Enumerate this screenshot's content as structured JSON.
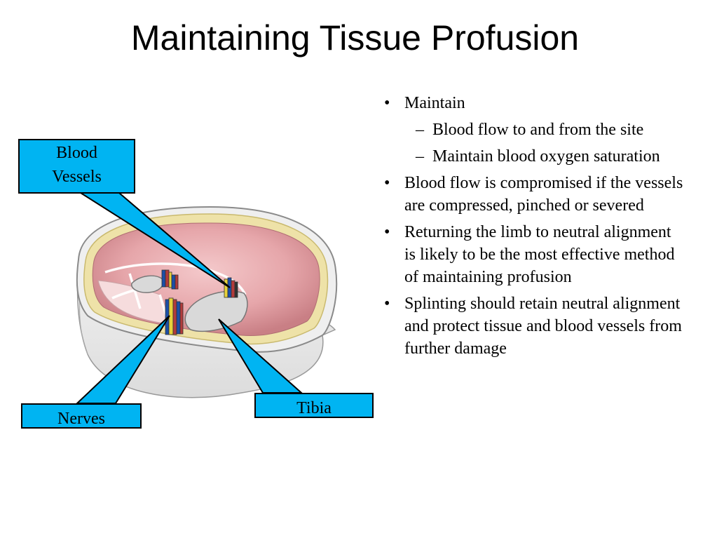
{
  "slide": {
    "title": "Maintaining Tissue Profusion"
  },
  "callouts": {
    "blood_vessels": [
      "Blood",
      "Vessels"
    ],
    "nerves": "Nerves",
    "tibia": "Tibia"
  },
  "bullets": {
    "maintain": "Maintain",
    "maintain_sub1": "Blood flow to and from the site",
    "maintain_sub2": "Maintain blood oxygen saturation",
    "compromised": "Blood flow is compromised if the vessels are compressed, pinched or severed",
    "neutral_alignment": "Returning the limb to neutral alignment is likely to be the most effective method of maintaining profusion",
    "splinting": "Splinting should retain neutral alignment and protect tissue and blood vessels from further damage"
  },
  "colors": {
    "callout_fill": "#00b4f2",
    "muscle": "#d98e93",
    "fat_ring": "#eee2a8",
    "bone": "#d9d9d9"
  }
}
